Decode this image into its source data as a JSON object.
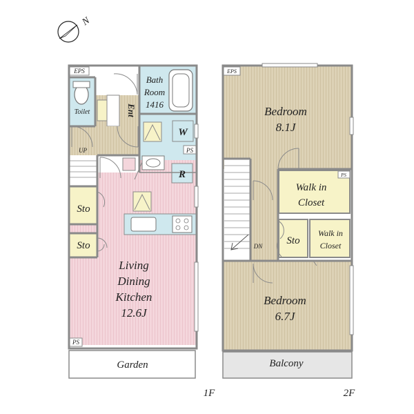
{
  "compass": {
    "north_label": "N"
  },
  "floor1": {
    "floor_label": "1F",
    "eps_label": "EPS",
    "toilet_label": "Toilet",
    "entrance_label": "Ent",
    "bath_label_line1": "Bath",
    "bath_label_line2": "Room",
    "bath_label_line3": "1416",
    "washer_label": "W",
    "ps_top_label": "PS",
    "up_label": "UP",
    "fridge_label": "R",
    "storage1_label": "Sto",
    "storage2_label": "Sto",
    "ldk_line1": "Living",
    "ldk_line2": "Dining",
    "ldk_line3": "Kitchen",
    "ldk_size": "12.6J",
    "ps_bottom_label": "PS",
    "garden_label": "Garden"
  },
  "floor2": {
    "floor_label": "2F",
    "eps_label": "EPS",
    "bedroom1_label": "Bedroom",
    "bedroom1_size": "8.1J",
    "wic1_line1": "Walk in",
    "wic1_line2": "Closet",
    "ps_label": "PS",
    "storage_label": "Sto",
    "wic2_line1": "Walk in",
    "wic2_line2": "Closet",
    "down_label": "DN",
    "bedroom2_label": "Bedroom",
    "bedroom2_size": "6.7J",
    "balcony_label": "Balcony"
  },
  "colors": {
    "wall": "#8a8a8a",
    "wood_floor": "#ddd2b6",
    "wood_line": "#cbbd9c",
    "ldk_floor": "#f4d6dc",
    "ldk_line": "#e9bfc7",
    "wet_area": "#cfe8ee",
    "closet": "#f7f3c8",
    "balcony": "#e6e6e6"
  }
}
